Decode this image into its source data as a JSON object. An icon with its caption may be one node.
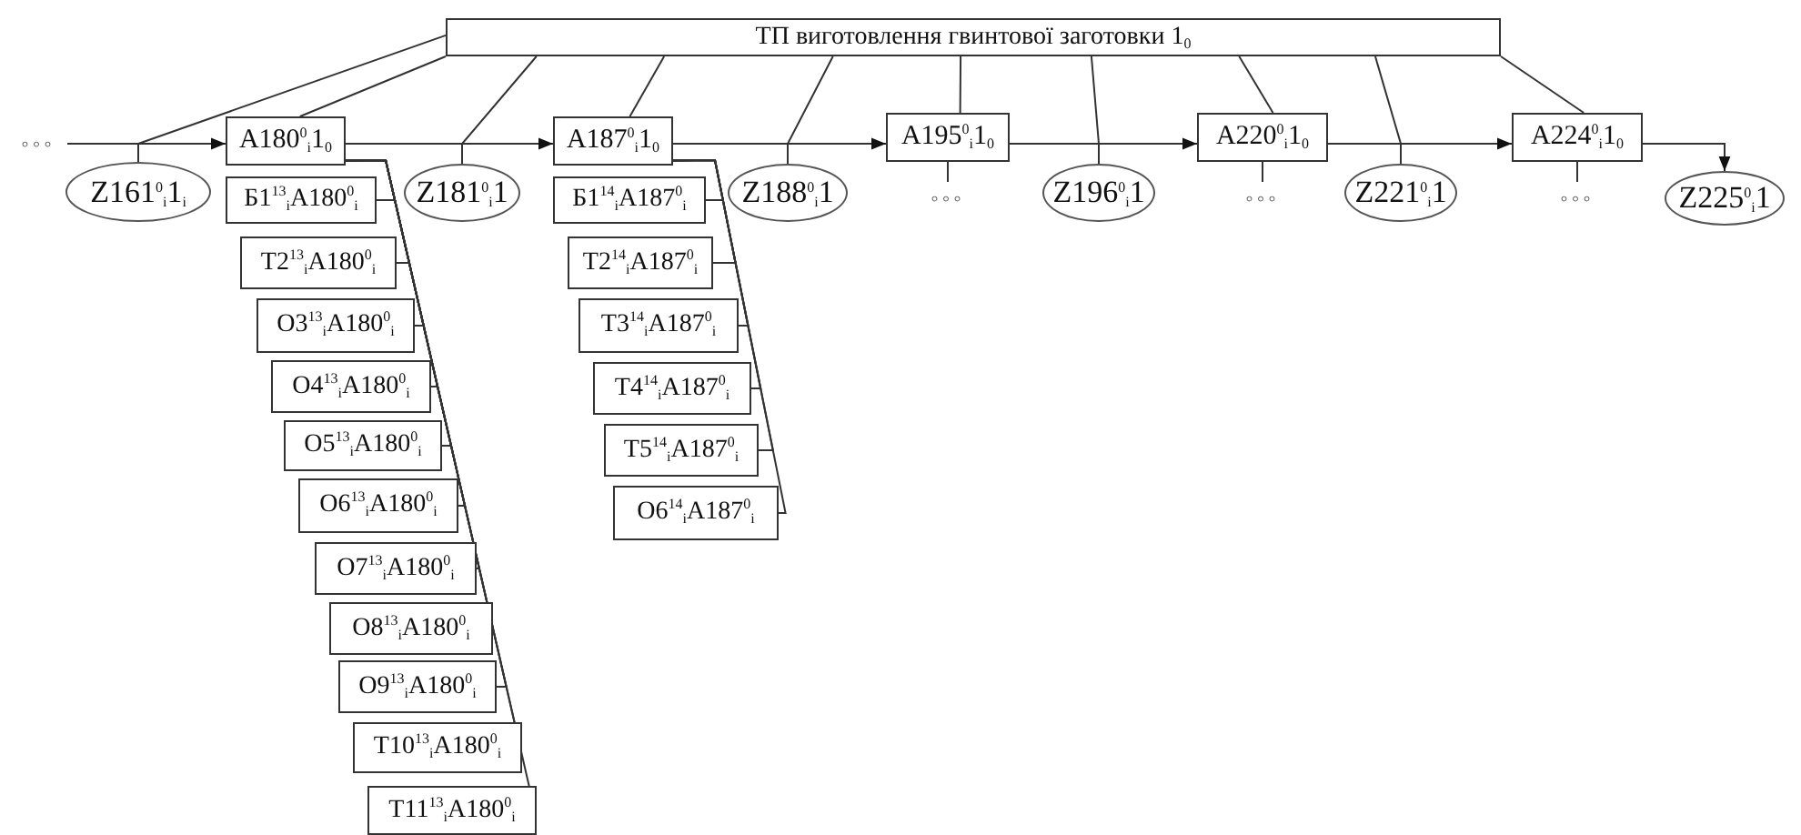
{
  "diagram": {
    "nodes": [
      {
        "text": [
          "ТП виготовлення гвинтової заготовки 1$_{0}$"
        ]
      },
      {
        "text": [
          "◦◦◦"
        ]
      },
      {
        "text": [
          "Z161$^{0}$$_{i}$1$_{i}$"
        ]
      },
      {
        "text": [
          "A180$^{0}$$_{i}$1$_{0}$"
        ]
      },
      {
        "text": [
          "Б1$^{13}$$_{i}$A180$^{0}$$_{i}$"
        ]
      },
      {
        "text": [
          "T2$^{13}$$_{i}$A180$^{0}$$_{i}$"
        ]
      },
      {
        "text": [
          "O3$^{13}$$_{i}$A180$^{0}$$_{i}$"
        ]
      },
      {
        "text": [
          "O4$^{13}$$_{i}$A180$^{0}$$_{i}$"
        ]
      },
      {
        "text": [
          "O5$^{13}$$_{i}$A180$^{0}$$_{i}$"
        ]
      },
      {
        "text": [
          "O6$^{13}$$_{i}$A180$^{0}$$_{i}$"
        ]
      },
      {
        "text": [
          "O7$^{13}$$_{i}$A180$^{0}$$_{i}$"
        ]
      },
      {
        "text": [
          "O8$^{13}$$_{i}$A180$^{0}$$_{i}$"
        ]
      },
      {
        "text": [
          "O9$^{13}$$_{i}$A180$^{0}$$_{i}$"
        ]
      },
      {
        "text": [
          "T10$^{13}$$_{i}$A180$^{0}$$_{i}$"
        ]
      },
      {
        "text": [
          "T11$^{13}$$_{i}$A180$^{0}$$_{i}$"
        ]
      },
      {
        "text": [
          "Z181$^{0}$$_{i}$1"
        ]
      },
      {
        "text": [
          "A187$^{0}$$_{i}$1$_{0}$"
        ]
      },
      {
        "text": [
          "Б1$^{14}$$_{i}$A187$^{0}$$_{i}$"
        ]
      },
      {
        "text": [
          "T2$^{14}$$_{i}$A187$^{0}$$_{i}$"
        ]
      },
      {
        "text": [
          "T3$^{14}$$_{i}$A187$^{0}$$_{i}$"
        ]
      },
      {
        "text": [
          "T4$^{14}$$_{i}$A187$^{0}$$_{i}$"
        ]
      },
      {
        "text": [
          "T5$^{14}$$_{i}$A187$^{0}$$_{i}$"
        ]
      },
      {
        "text": [
          "O6$^{14}$$_{i}$A187$^{0}$$_{i}$"
        ]
      },
      {
        "text": [
          "Z188$^{0}$$_{i}$1"
        ]
      },
      {
        "text": [
          "A195$^{0}$$_{i}$1$_{0}$"
        ]
      },
      {
        "text": [
          "◦◦◦"
        ]
      },
      {
        "text": [
          "Z196$^{0}$$_{i}$1"
        ]
      },
      {
        "text": [
          "A220$^{0}$$_{i}$1$_{0}$"
        ]
      },
      {
        "text": [
          "◦◦◦"
        ]
      },
      {
        "text": [
          "Z221$^{0}$$_{i}$1"
        ]
      },
      {
        "text": [
          "A224$^{0}$$_{i}$1$_{0}$"
        ]
      },
      {
        "text": [
          "◦◦◦"
        ]
      },
      {
        "text": [
          "Z225$^{0}$$_{i}$1"
        ]
      }
    ],
    "edges": [
      {
        "from": 1,
        "to": 3,
        "arrow": "to"
      },
      {
        "from": 3,
        "to": 16,
        "arrow": "to"
      },
      {
        "from": 16,
        "to": 24,
        "arrow": "to"
      },
      {
        "from": 24,
        "to": 27,
        "arrow": "to"
      },
      {
        "from": 27,
        "to": 30,
        "arrow": "to"
      },
      {
        "from": 30,
        "to": 32,
        "arrow": "to"
      },
      {
        "from": 0,
        "to": 2,
        "arrow": "none"
      },
      {
        "from": 0,
        "to": 3,
        "arrow": "none"
      },
      {
        "from": 0,
        "to": 15,
        "arrow": "none"
      },
      {
        "from": 0,
        "to": 16,
        "arrow": "none"
      },
      {
        "from": 0,
        "to": 23,
        "arrow": "none"
      },
      {
        "from": 0,
        "to": 24,
        "arrow": "none"
      },
      {
        "from": 0,
        "to": 26,
        "arrow": "none"
      },
      {
        "from": 0,
        "to": 27,
        "arrow": "none"
      },
      {
        "from": 0,
        "to": 29,
        "arrow": "none"
      },
      {
        "from": 0,
        "to": 30,
        "arrow": "none"
      },
      {
        "from": 3,
        "to": 4,
        "arrow": "none"
      },
      {
        "from": 3,
        "to": 5,
        "arrow": "none"
      },
      {
        "from": 3,
        "to": 6,
        "arrow": "none"
      },
      {
        "from": 3,
        "to": 7,
        "arrow": "none"
      },
      {
        "from": 3,
        "to": 8,
        "arrow": "none"
      },
      {
        "from": 3,
        "to": 9,
        "arrow": "none"
      },
      {
        "from": 3,
        "to": 10,
        "arrow": "none"
      },
      {
        "from": 3,
        "to": 11,
        "arrow": "none"
      },
      {
        "from": 3,
        "to": 12,
        "arrow": "none"
      },
      {
        "from": 3,
        "to": 13,
        "arrow": "none"
      },
      {
        "from": 3,
        "to": 14,
        "arrow": "none"
      },
      {
        "from": 16,
        "to": 17,
        "arrow": "none"
      },
      {
        "from": 16,
        "to": 18,
        "arrow": "none"
      },
      {
        "from": 16,
        "to": 19,
        "arrow": "none"
      },
      {
        "from": 16,
        "to": 20,
        "arrow": "none"
      },
      {
        "from": 16,
        "to": 21,
        "arrow": "none"
      },
      {
        "from": 16,
        "to": 22,
        "arrow": "none"
      },
      {
        "from": 24,
        "to": 25,
        "arrow": "none"
      },
      {
        "from": 27,
        "to": 28,
        "arrow": "none"
      },
      {
        "from": 30,
        "to": 31,
        "arrow": "none"
      }
    ]
  }
}
